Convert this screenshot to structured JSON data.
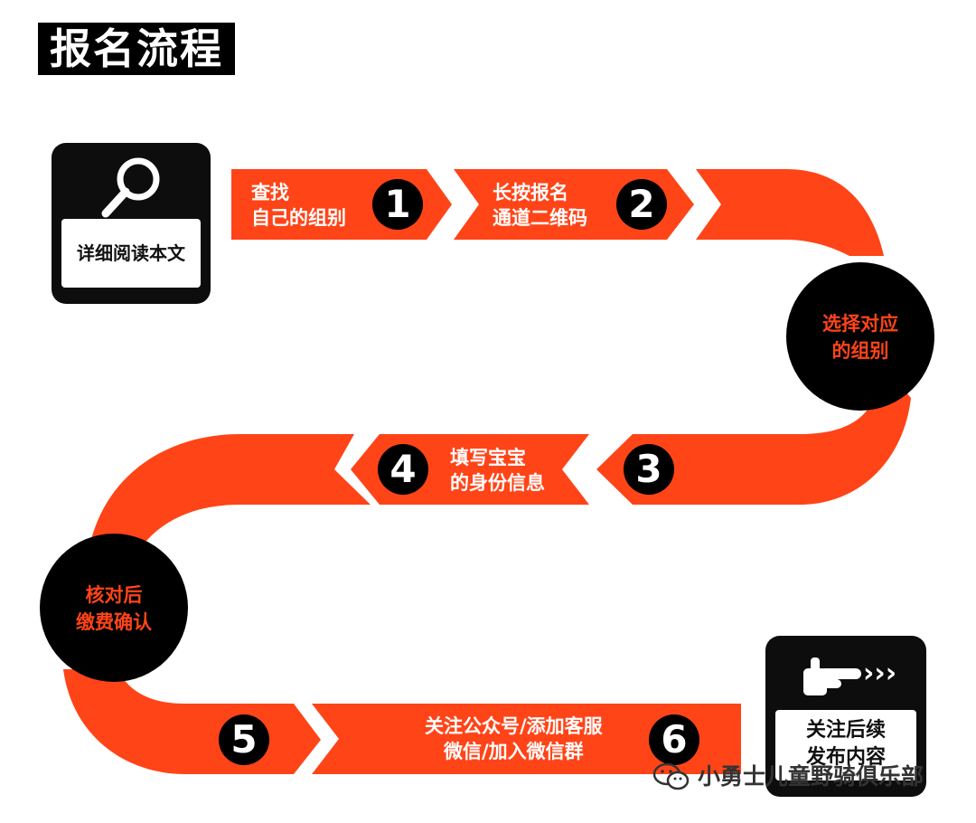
{
  "title": "报名流程",
  "start_card": {
    "text": "详细阅读本文",
    "icon": "magnifier-icon"
  },
  "end_card": {
    "line1": "关注后续",
    "line2": "发布内容",
    "icon": "pointing-hand-icon",
    "arrows": "›››"
  },
  "steps": [
    {
      "number": "1",
      "line1": "查找",
      "line2": "自己的组别"
    },
    {
      "number": "2",
      "line1": "长按报名",
      "line2": "通道二维码"
    },
    {
      "number": "3"
    },
    {
      "number": "4",
      "line1": "填写宝宝",
      "line2": "的身份信息"
    },
    {
      "number": "5"
    },
    {
      "number": "6",
      "line1": "关注公众号/添加客服",
      "line2": "微信/加入微信群"
    }
  ],
  "circles": [
    {
      "line1": "选择对应",
      "line2": "的组别"
    },
    {
      "line1": "核对后",
      "line2": "缴费确认"
    }
  ],
  "watermark": {
    "text": "小勇士儿童野骑俱乐部",
    "icon": "wechat-icon"
  },
  "colors": {
    "accent": "#ff4418",
    "dark": "#000000",
    "background": "#ffffff"
  }
}
